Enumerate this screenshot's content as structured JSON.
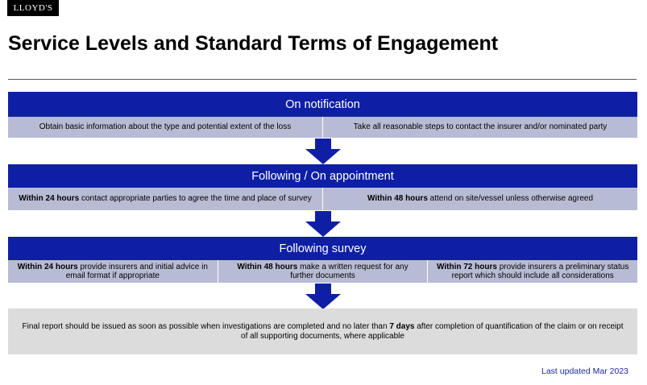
{
  "logo": "LLOYD'S",
  "title": "Service Levels and Standard Terms of Engagement",
  "stages": [
    {
      "heading": "On notification",
      "items": [
        {
          "bold": "",
          "text": "Obtain basic information about the type and potential extent of the loss"
        },
        {
          "bold": "",
          "text": "Take all reasonable steps to contact the insurer and/or nominated party"
        }
      ]
    },
    {
      "heading": "Following / On appointment",
      "items": [
        {
          "bold": "Within 24 hours",
          "text": " contact appropriate parties to agree the time and place of survey"
        },
        {
          "bold": "Within 48 hours",
          "text": " attend on site/vessel unless otherwise agreed"
        }
      ]
    },
    {
      "heading": "Following survey",
      "items": [
        {
          "bold": "Within 24 hours",
          "text": " provide insurers and initial advice in email format if appropriate"
        },
        {
          "bold": "Within 48 hours",
          "text": " make a written request for any further documents"
        },
        {
          "bold": "Within 72 hours",
          "text": " provide insurers a preliminary status report which should include all considerations"
        }
      ]
    }
  ],
  "final": {
    "before": "Final report should be issued as soon as possible when investigations are completed and no later than ",
    "bold": "7 days",
    "after": " after completion of quantification of the claim or on receipt of all supporting documents, where applicable"
  },
  "last_updated": "Last updated Mar 2023",
  "colors": {
    "band": "#0f1fa5",
    "row": "#b8bbd4",
    "final": "#dcdcdc",
    "updated_text": "#1b2a9c"
  }
}
